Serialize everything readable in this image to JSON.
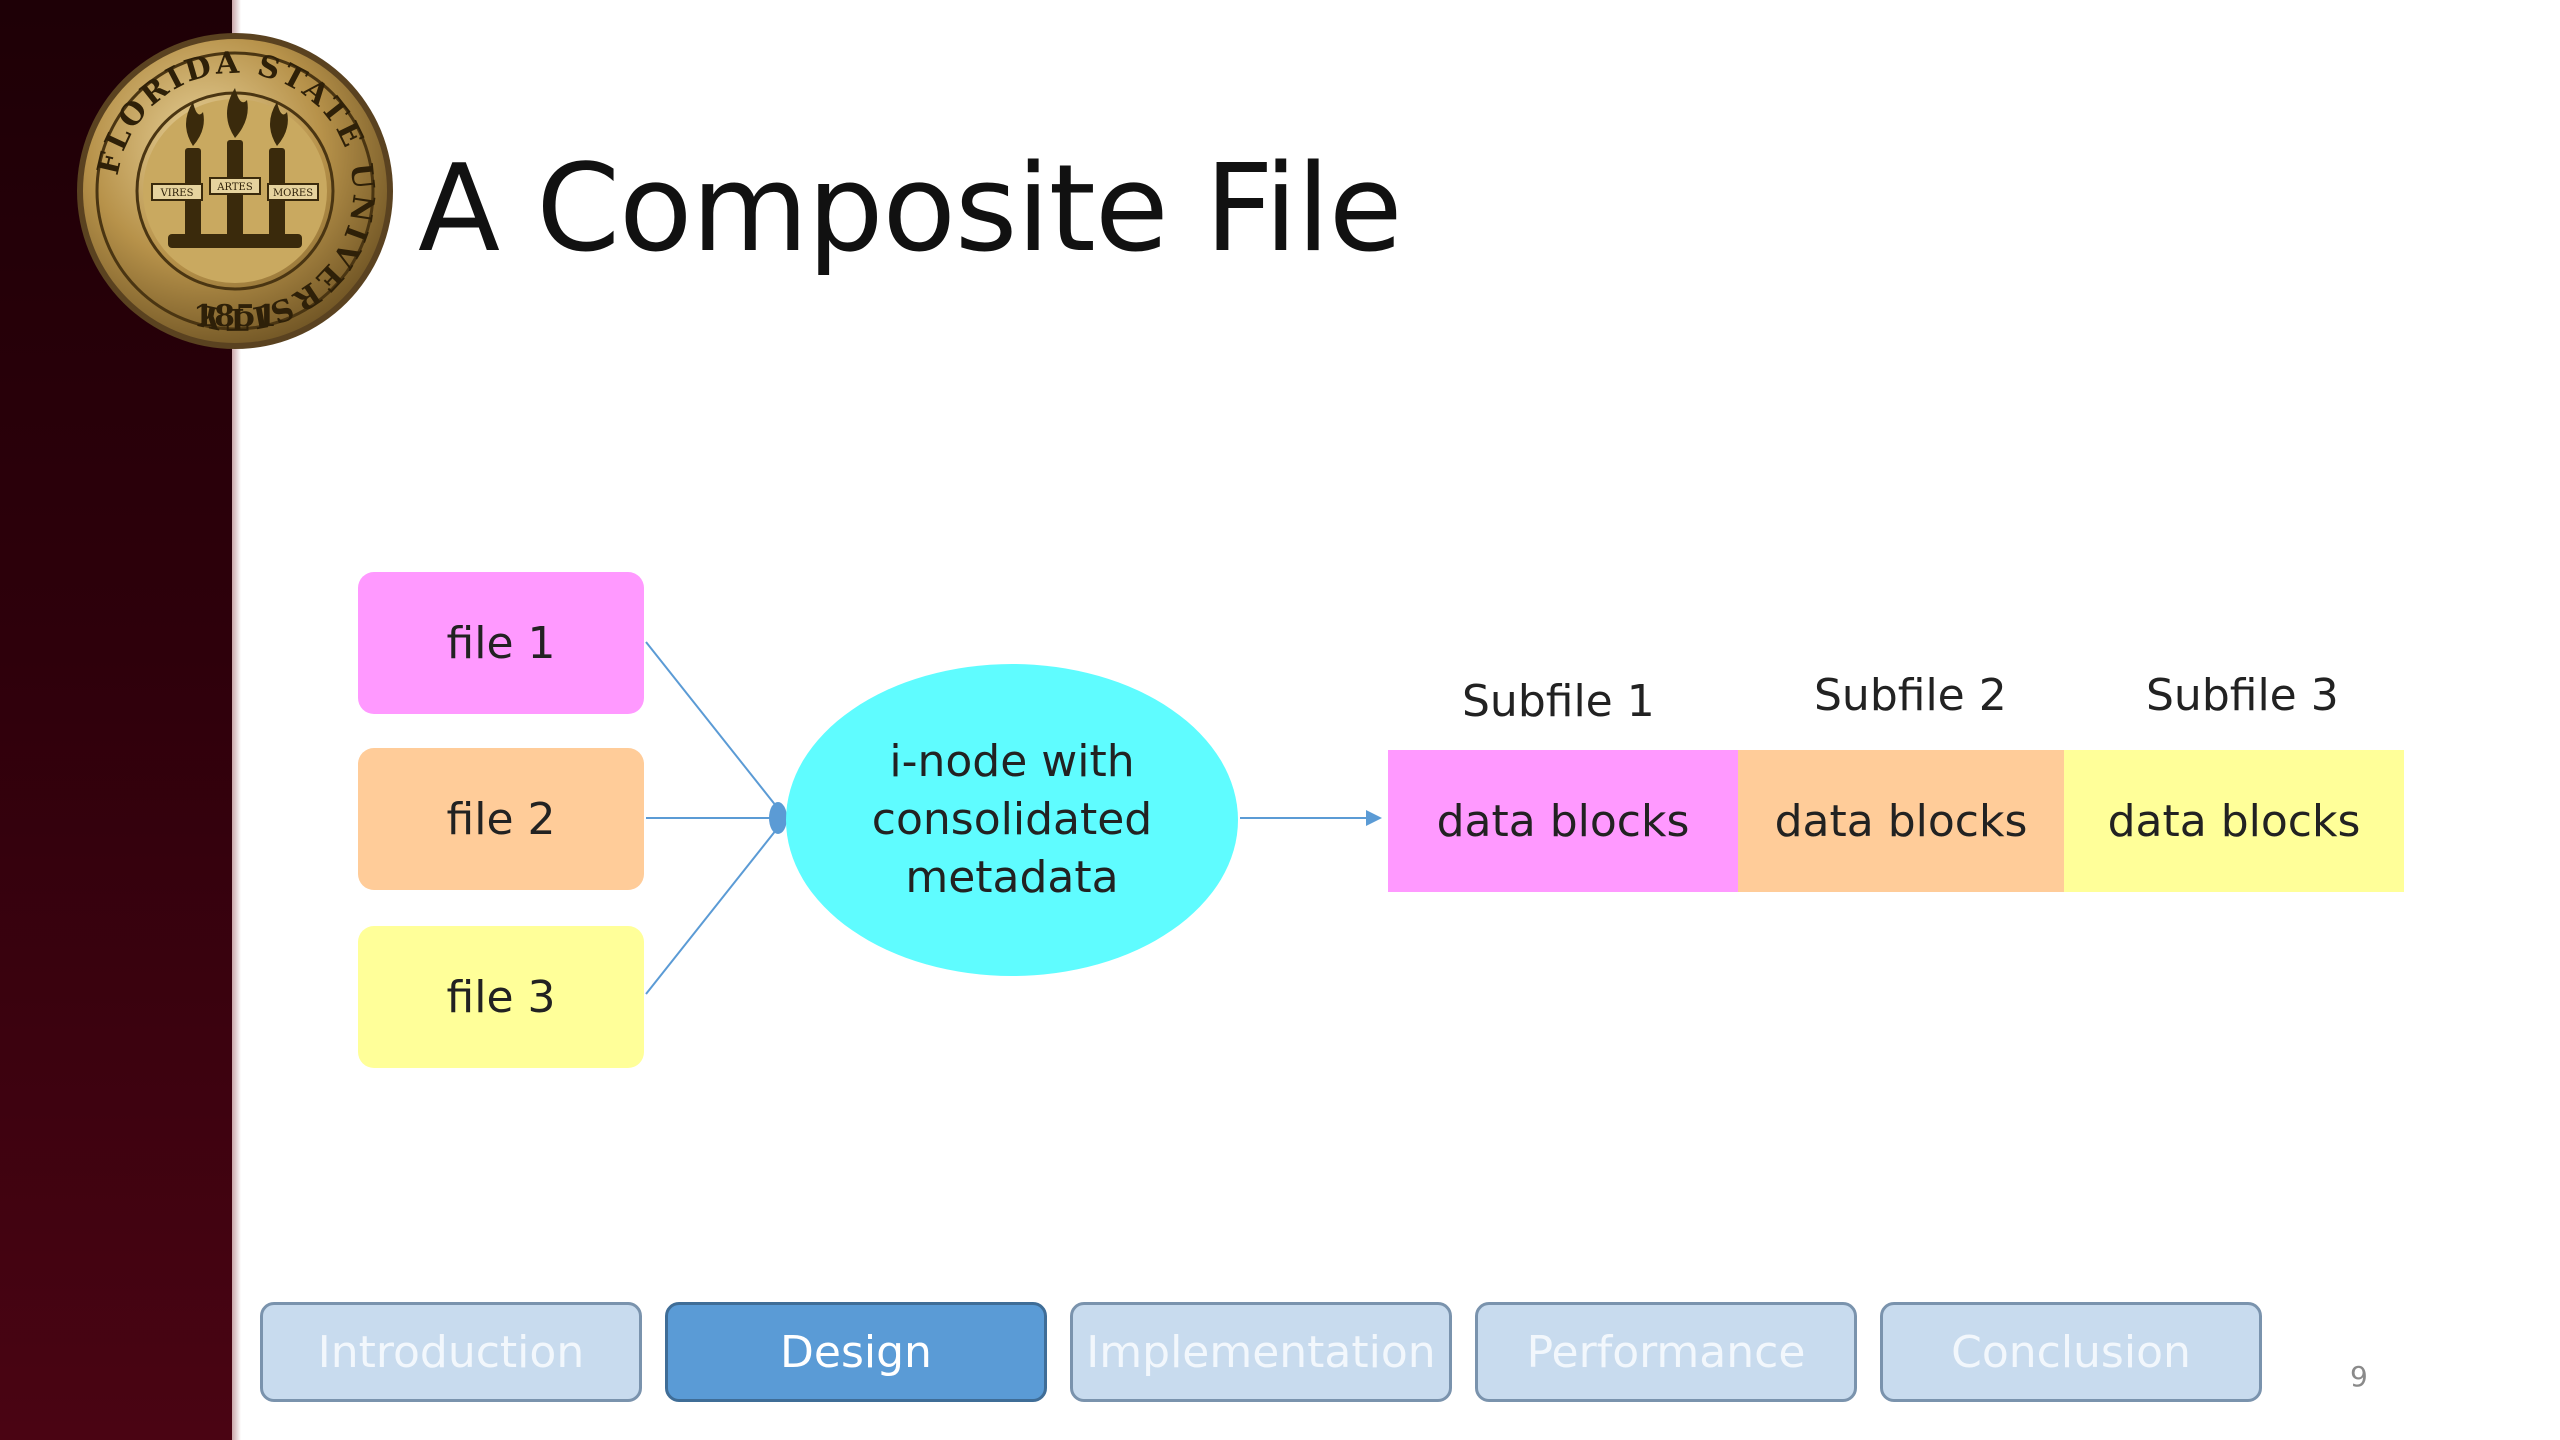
{
  "slide": {
    "title": "A Composite File",
    "page_number": "9"
  },
  "logo": {
    "name": "Florida State University seal",
    "ring_text": "FLORIDA STATE UNIVERSITY",
    "year": "1851",
    "motto": [
      "VIRES",
      "ARTES",
      "MORES"
    ]
  },
  "diagram": {
    "files": [
      {
        "label": "file 1",
        "color": "#ff99ff"
      },
      {
        "label": "file 2",
        "color": "#ffcc99"
      },
      {
        "label": "file 3",
        "color": "#ffff99"
      }
    ],
    "inode": {
      "lines": [
        "i-node with",
        "consolidated",
        "metadata"
      ],
      "color": "#5ffcff"
    },
    "subfiles": [
      {
        "label": "Subfile 1",
        "block": "data blocks",
        "color": "#ff99ff"
      },
      {
        "label": "Subfile 2",
        "block": "data blocks",
        "color": "#ffcc99"
      },
      {
        "label": "Subfile 3",
        "block": "data blocks",
        "color": "#ffff99"
      }
    ],
    "arrow_color": "#5b9bd5"
  },
  "nav": {
    "tabs": [
      {
        "label": "Introduction",
        "active": false
      },
      {
        "label": "Design",
        "active": true
      },
      {
        "label": "Implementation",
        "active": false
      },
      {
        "label": "Performance",
        "active": false
      },
      {
        "label": "Conclusion",
        "active": false
      }
    ]
  },
  "colors": {
    "sidebar": "#2e000b",
    "active_tab": "#5a9bd6",
    "inactive_tab": "#c8dbee"
  }
}
